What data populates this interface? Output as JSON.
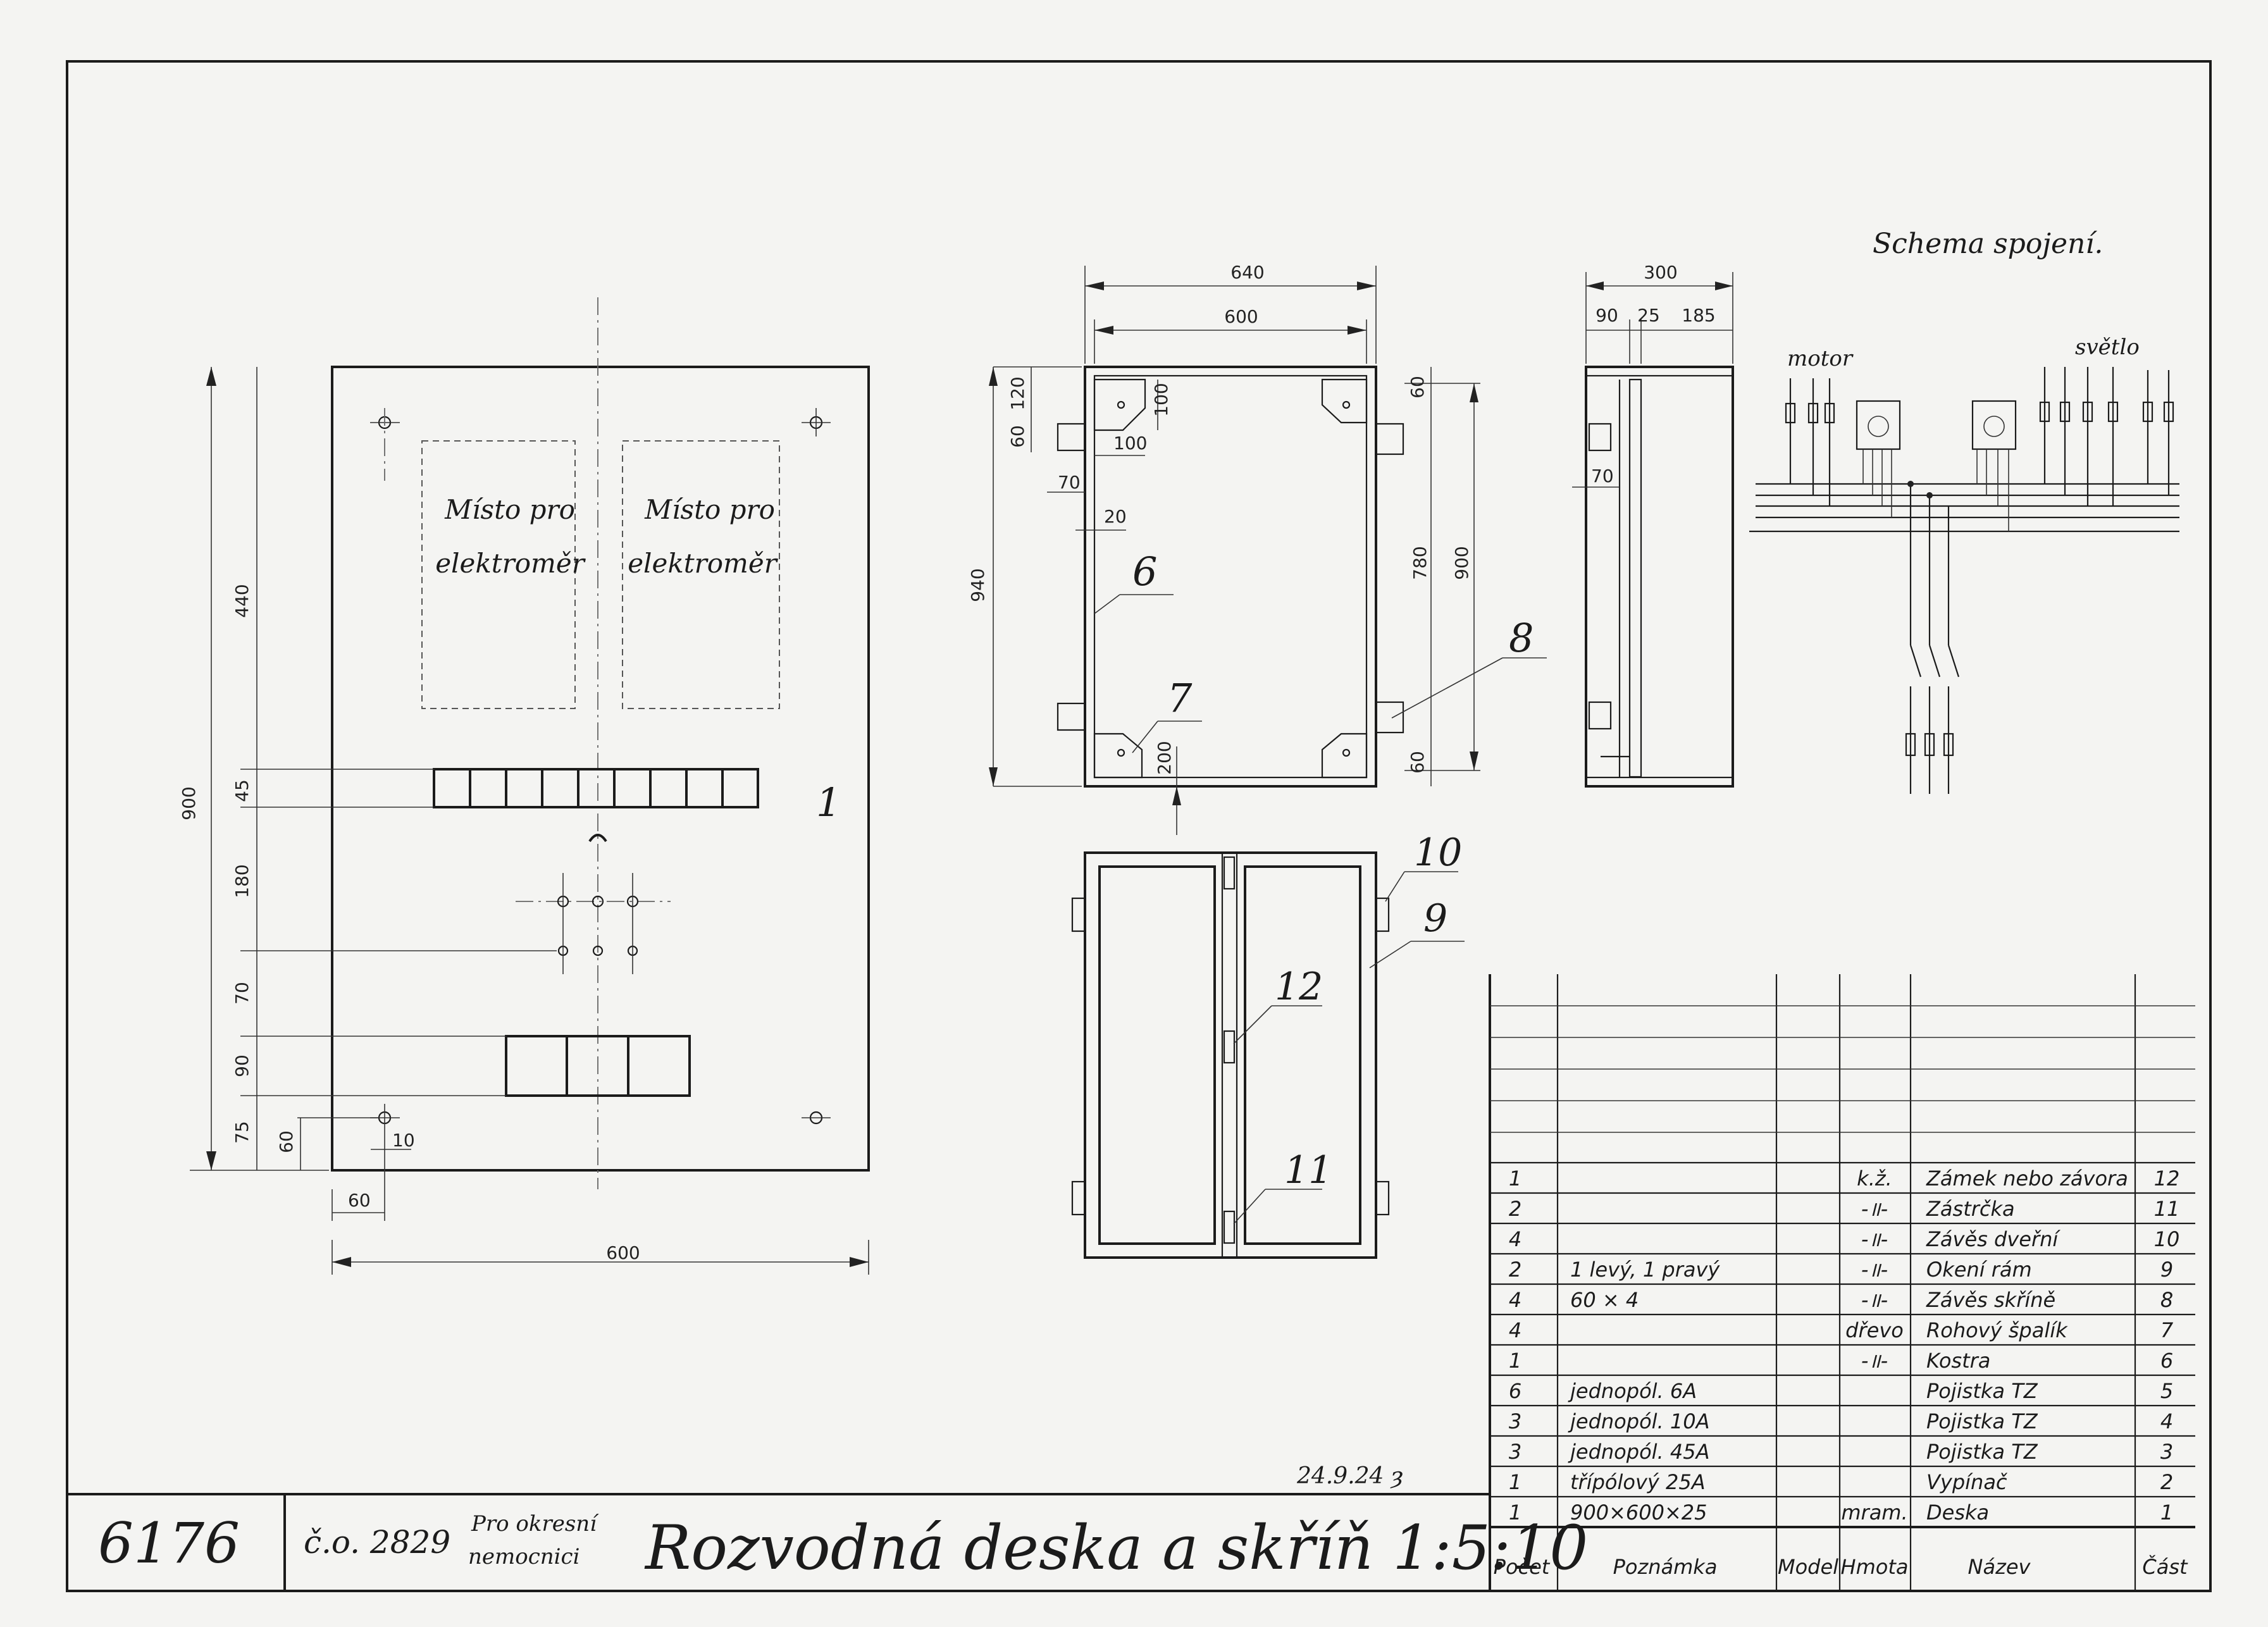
{
  "front_view": {
    "meter_label_1": "Místo pro",
    "meter_label_2": "elektroměr",
    "meter_label_3": "Místo pro",
    "meter_label_4": "elektroměr",
    "dim_total_height": "900",
    "dim_440": "440",
    "dim_45": "45",
    "dim_180": "180",
    "dim_70": "70",
    "dim_90": "90",
    "dim_75": "75",
    "dim_60_v": "60",
    "dim_10": "10",
    "dim_60_h": "60",
    "dim_width": "600",
    "part_1": "1"
  },
  "box_front": {
    "dim_640": "640",
    "dim_600": "600",
    "dim_940": "940",
    "dim_120": "120",
    "dim_60_a": "60",
    "dim_100_v": "100",
    "dim_100_h": "100",
    "dim_70": "70",
    "dim_20": "20",
    "dim_200": "200",
    "dim_60_r1": "60",
    "dim_60_r2": "60",
    "dim_780": "780",
    "dim_900": "900",
    "part_6": "6",
    "part_7": "7",
    "part_8": "8"
  },
  "box_side": {
    "dim_300": "300",
    "dim_90": "90",
    "dim_25": "25",
    "dim_185": "185",
    "dim_70": "70"
  },
  "box_door": {
    "part_10": "10",
    "part_9": "9",
    "part_12": "12",
    "part_11": "11"
  },
  "schematic": {
    "title": "Schema spojení.",
    "motor_label": "motor",
    "light_label": "světlo"
  },
  "parts_table": {
    "headers": [
      "Počet",
      "Poznámka",
      "Model",
      "Hmota",
      "Název",
      "Část"
    ],
    "rows": [
      {
        "count": "1",
        "note": "",
        "model": "",
        "material": "k.ž.",
        "name": "Zámek nebo závora",
        "part": "12"
      },
      {
        "count": "2",
        "note": "",
        "model": "",
        "material": "-॥-",
        "name": "Zástrčka",
        "part": "11"
      },
      {
        "count": "4",
        "note": "",
        "model": "",
        "material": "-॥-",
        "name": "Závěs dveřní",
        "part": "10"
      },
      {
        "count": "2",
        "note": "1 levý, 1 pravý",
        "model": "",
        "material": "-॥-",
        "name": "Okení rám",
        "part": "9"
      },
      {
        "count": "4",
        "note": "60 × 4",
        "model": "",
        "material": "-॥-",
        "name": "Závěs skříně",
        "part": "8"
      },
      {
        "count": "4",
        "note": "",
        "model": "",
        "material": "dřevo",
        "name": "Rohový špalík",
        "part": "7"
      },
      {
        "count": "1",
        "note": "",
        "model": "",
        "material": "-॥-",
        "name": "Kostra",
        "part": "6"
      },
      {
        "count": "6",
        "note": "jednopól. 6A",
        "model": "",
        "material": "",
        "name": "Pojistka TZ",
        "part": "5"
      },
      {
        "count": "3",
        "note": "jednopól. 10A",
        "model": "",
        "material": "",
        "name": "Pojistka TZ",
        "part": "4"
      },
      {
        "count": "3",
        "note": "jednopól. 45A",
        "model": "",
        "material": "",
        "name": "Pojistka TZ",
        "part": "3"
      },
      {
        "count": "1",
        "note": "třípólový 25A",
        "model": "",
        "material": "",
        "name": "Vypínač",
        "part": "2"
      },
      {
        "count": "1",
        "note": "900×600×25",
        "model": "",
        "material": "mram.",
        "name": "Deska",
        "part": "1"
      }
    ]
  },
  "title_block": {
    "drawing_number": "6176",
    "order_number": "č.o. 2829",
    "customer_1": "Pro okresní",
    "customer_2": "nemocnici",
    "title": "Rozvodná deska a skříň 1:5:10",
    "date_signature": "24.9.24 ȝ"
  }
}
